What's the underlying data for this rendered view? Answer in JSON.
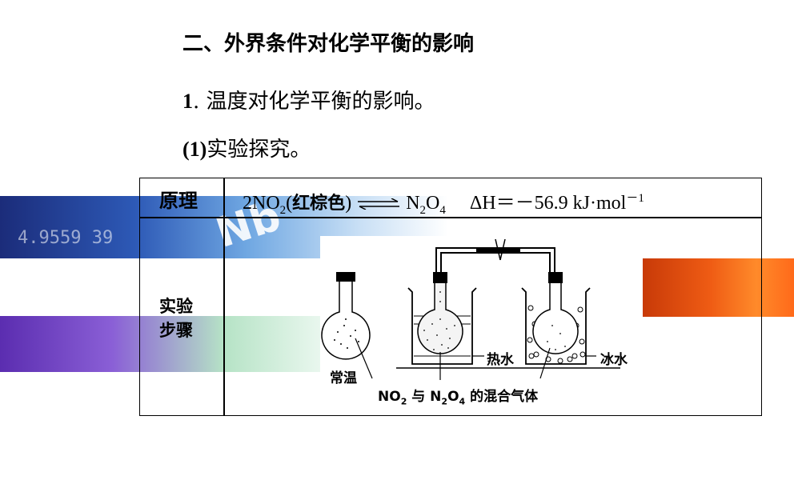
{
  "heading": "二、外界条件对化学平衡的影响",
  "item1": {
    "num": "1",
    "sep": ".",
    "text": "温度对化学平衡的影响。"
  },
  "item2": {
    "num": "(1)",
    "text": "实验探究。"
  },
  "table": {
    "row1_label": "原理",
    "row2_label_a": "实验",
    "row2_label_b": "步骤",
    "equation": {
      "lhs_coef": "2NO",
      "lhs_sub": "2",
      "lhs_color_open": "(",
      "lhs_color": "红棕色",
      "lhs_color_close": ")",
      "rhs_prefix": "N",
      "rhs_sub1": "2",
      "rhs_mid": "O",
      "rhs_sub2": "4",
      "dh": "ΔH＝－56.9 kJ·mol",
      "dh_sup": "－1"
    }
  },
  "apparatus": {
    "label_normal": "常温",
    "label_hot": "热水",
    "label_ice": "冰水",
    "label_mix_a": "NO",
    "label_mix_sub1": "2",
    "label_mix_b": " 与 N",
    "label_mix_sub2": "2",
    "label_mix_c": "O",
    "label_mix_sub3": "4",
    "label_mix_d": " 的混合气体"
  },
  "decor": {
    "blue_glyph": "Nb",
    "blue_digits": "4.9559    39",
    "colors": {
      "blue": "#2d59b6",
      "purple": "#8a5fd6",
      "orange": "#ef5c14"
    }
  }
}
